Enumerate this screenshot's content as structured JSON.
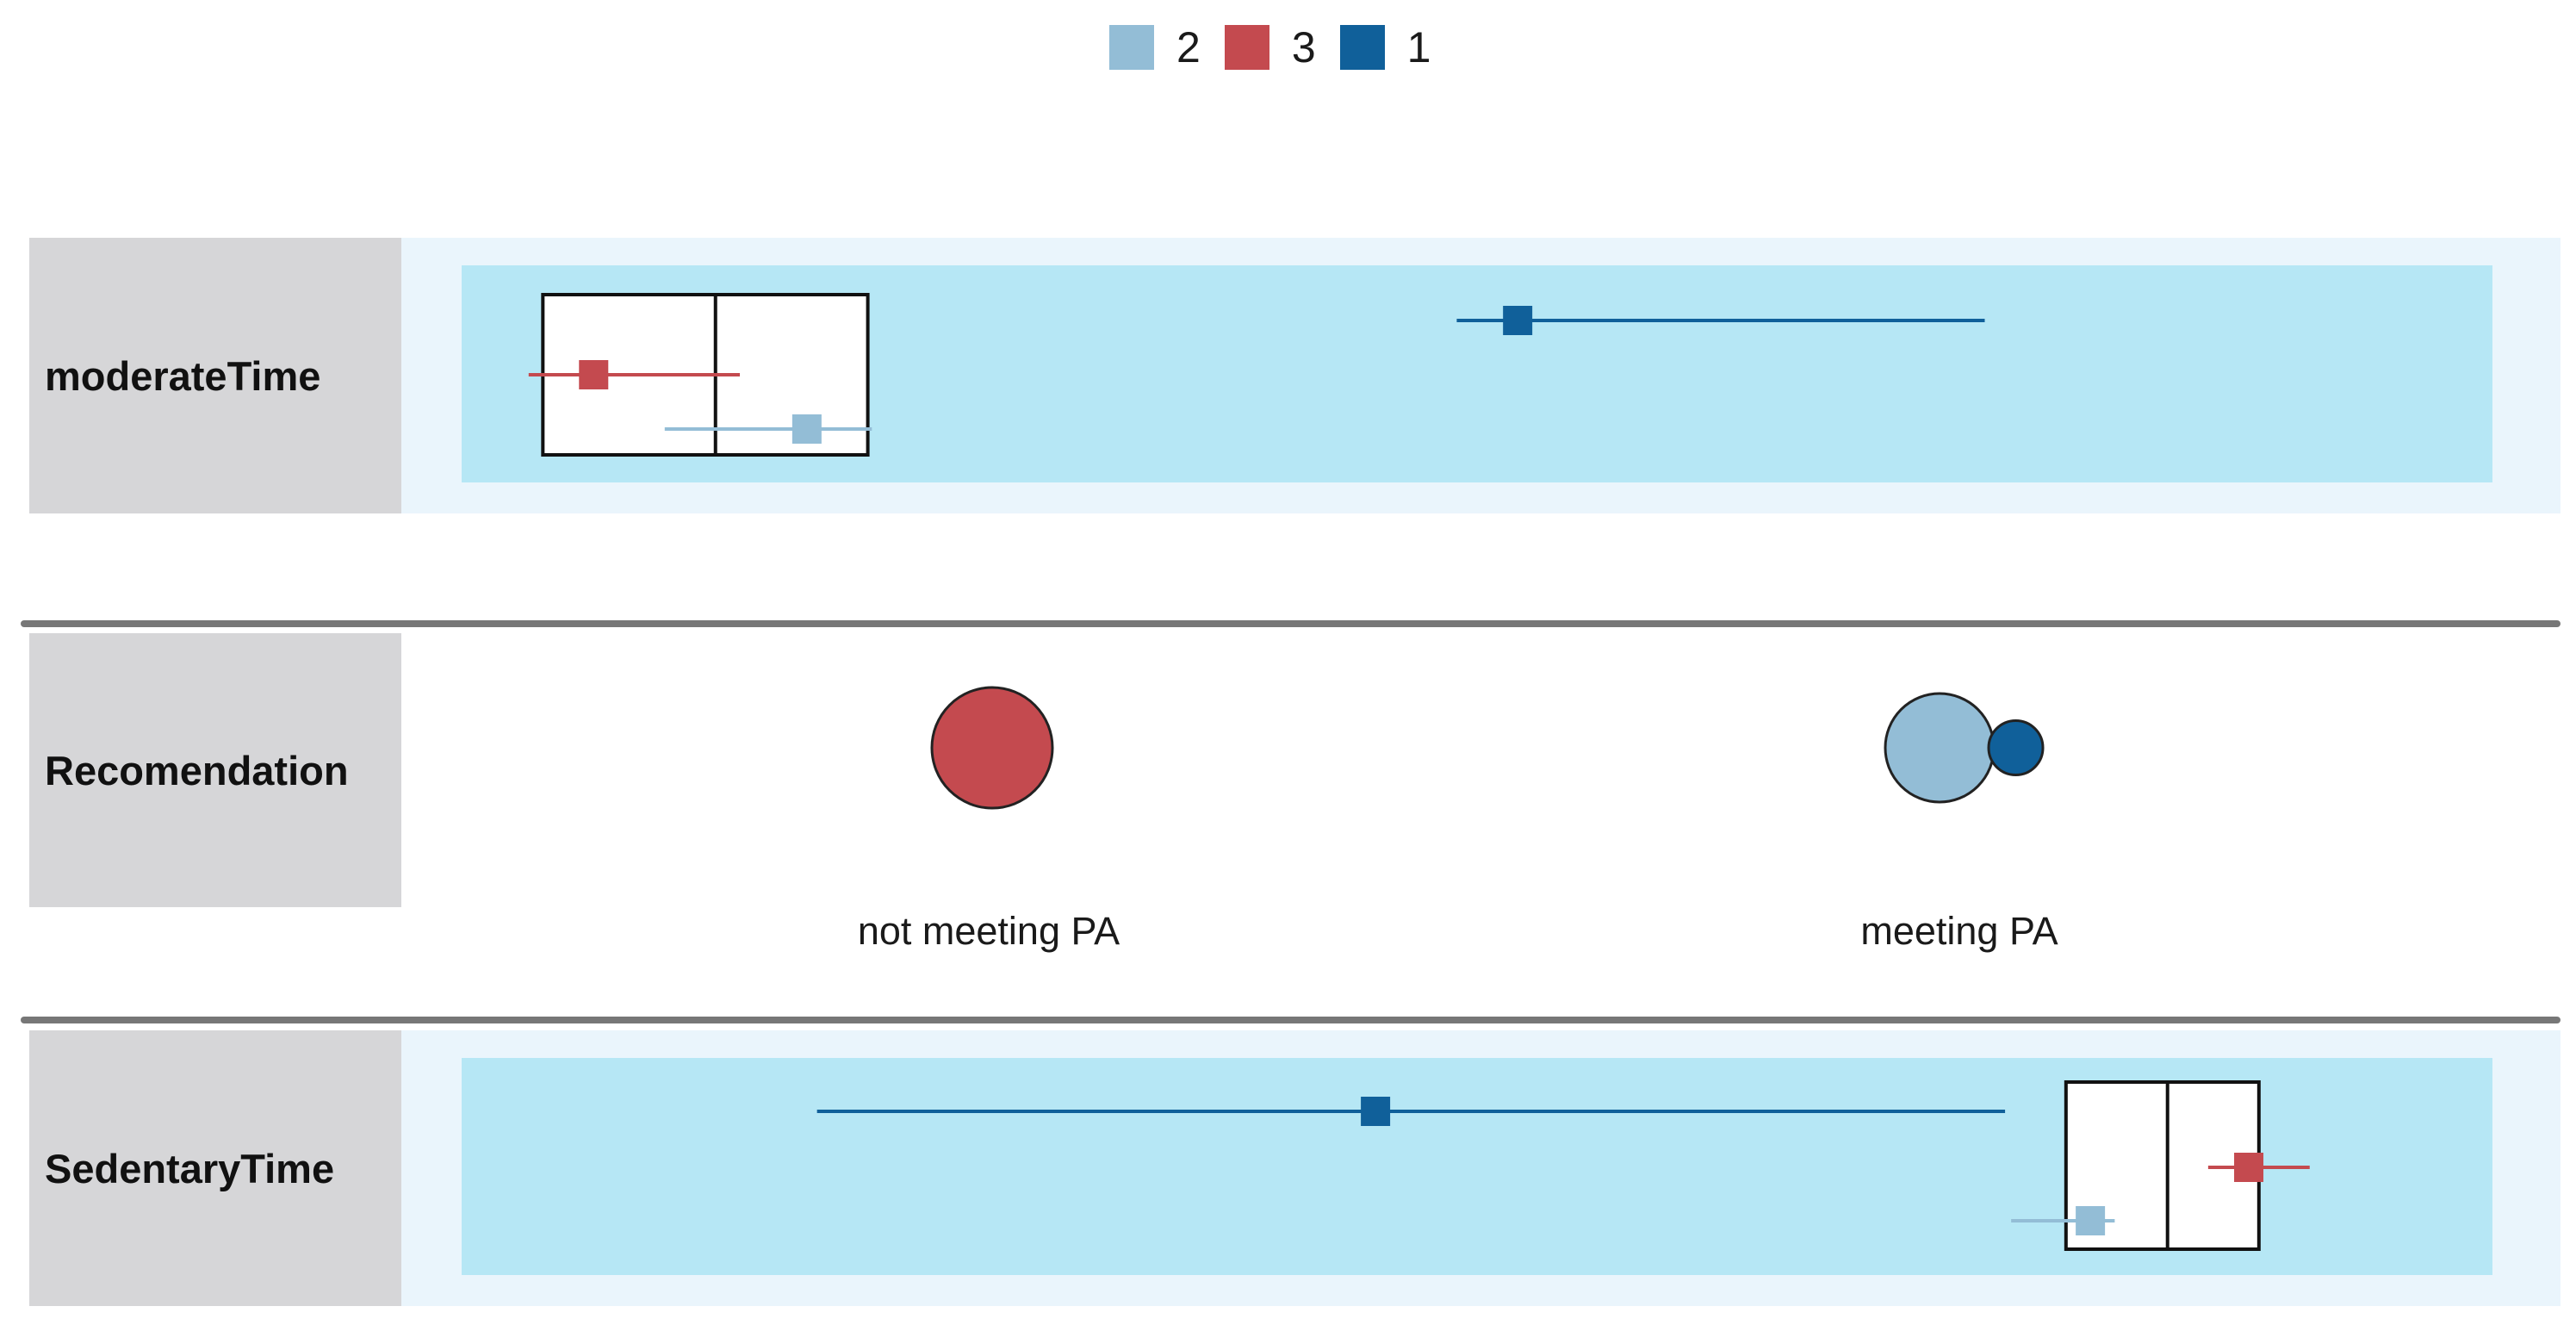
{
  "chart_data": {
    "type": "comparison",
    "legend": [
      {
        "name": "2",
        "color": "#93bdd6"
      },
      {
        "name": "3",
        "color": "#c44a4f"
      },
      {
        "name": "1",
        "color": "#10609a"
      }
    ],
    "features": [
      {
        "name": "moderateTime",
        "kind": "continuous",
        "scale": [
          0,
          100
        ],
        "box": {
          "min": 4,
          "median": 12.5,
          "max": 20
        },
        "clusters": [
          {
            "cluster": "1",
            "mean": 52,
            "low": 49,
            "high": 75
          },
          {
            "cluster": "3",
            "mean": 6.5,
            "low": 3.3,
            "high": 13.7
          },
          {
            "cluster": "2",
            "mean": 17,
            "low": 10,
            "high": 20.2
          }
        ]
      },
      {
        "name": "Recomendation",
        "kind": "categorical",
        "categories": [
          "not meeting PA",
          "meeting PA"
        ],
        "bubbles": [
          {
            "category": "not meeting PA",
            "cluster": "3",
            "size": 1.0
          },
          {
            "category": "meeting PA",
            "cluster": "2",
            "size": 0.9
          },
          {
            "category": "meeting PA",
            "cluster": "1",
            "size": 0.45
          }
        ]
      },
      {
        "name": "SedentaryTime",
        "kind": "continuous",
        "scale": [
          0,
          100
        ],
        "box": {
          "min": 79,
          "median": 84,
          "max": 88.5
        },
        "clusters": [
          {
            "cluster": "1",
            "mean": 45,
            "low": 17.5,
            "high": 76
          },
          {
            "cluster": "3",
            "mean": 88,
            "low": 86,
            "high": 91
          },
          {
            "cluster": "2",
            "mean": 80.2,
            "low": 76.3,
            "high": 81.4
          }
        ]
      }
    ]
  }
}
